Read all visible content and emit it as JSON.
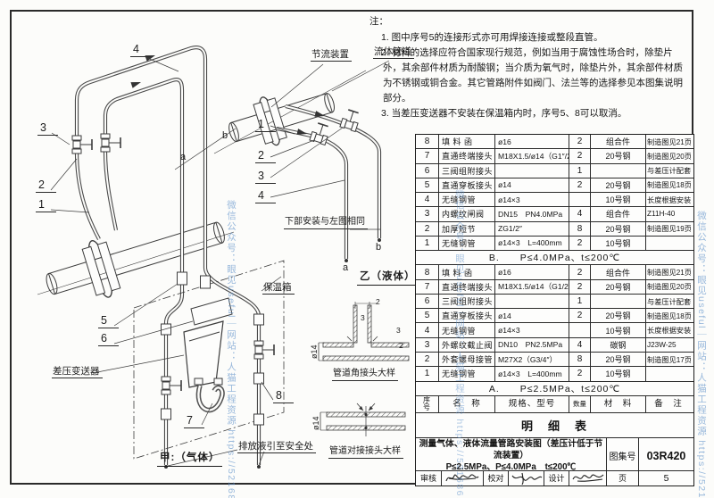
{
  "watermark": {
    "text": "微信公众号：眼见useful｜网站：人猫工程资源 https://521686.xyz",
    "url_fragment": "https://521686.xyz",
    "color": "#5b8fc9"
  },
  "notes": {
    "title": "注：",
    "items": [
      "1. 图中序号5的连接形式亦可用焊接连接或整段直管。",
      "2. 材料的选择应符合国家现行规范，例如当用于腐蚀性场合时，除垫片外，其余部件材质为耐酸钢；当介质为氧气时，除垫片外，其余部件材质为不锈钢或铜合金。其它管路附件如阀门、法兰等的选择参见本图集说明部分。",
      "3. 当差压变送器不安装在保温箱内时，序号5、8可以取消。"
    ]
  },
  "diagram": {
    "left": {
      "caption": "甲:（气体）",
      "n1": "1",
      "n2": "2",
      "n3": "3",
      "n4": "4",
      "n5": "5",
      "n6": "6",
      "n7": "7",
      "n8": "8",
      "a": "a",
      "b": "b",
      "transmitter": "差压变送器",
      "insulation_box": "保温箱",
      "drain_note": "排放液引至安全处"
    },
    "right": {
      "caption": "乙（液体）",
      "throttle": "节流装置",
      "fluid_pipe": "流体管道",
      "n1": "1",
      "n2": "2",
      "n3": "3",
      "n4": "4",
      "a": "a",
      "b": "b",
      "lower_note": "下部安装与左图相同"
    },
    "details": {
      "angle_title": "管道角接头大样",
      "butt_title": "管道对接接头大样",
      "dia": "ø14",
      "dim2": "2",
      "dim3": "3"
    }
  },
  "table": {
    "columns": [
      "序\n号",
      "名　称",
      "规格、型号",
      "数量",
      "材　料",
      "备　注"
    ],
    "section_b": {
      "caption": "B.　　P≤4.0MPa、t≤200℃",
      "rows": [
        [
          "8",
          "填 料 函",
          "ø16",
          "2",
          "组合件",
          "制造图见21页"
        ],
        [
          "7",
          "直通终端接头",
          "M18X1.5/ø14（G1″/2）",
          "2",
          "20号钢",
          "制造图见20页"
        ],
        [
          "6",
          "三阀组附接头",
          "",
          "1",
          "",
          "与差压计配套供应"
        ],
        [
          "5",
          "直通穿板接头",
          "ø14",
          "2",
          "20号钢",
          "制造图见18页"
        ],
        [
          "4",
          "无缝钢管",
          "ø14×3",
          "",
          "10号钢",
          "长度根据安装现场定"
        ],
        [
          "3",
          "内螺纹闸阀",
          "DN15　PN4.0MPa",
          "4",
          "组合件",
          "Z11H-40"
        ],
        [
          "2",
          "加厚短节",
          "ZG1/2″",
          "8",
          "20号钢",
          "制造图见19页"
        ],
        [
          "1",
          "无缝钢管",
          "ø14×3　L=400mm",
          "2",
          "10号钢",
          ""
        ]
      ]
    },
    "section_a": {
      "caption": "A.　　P≤2.5MPa、t≤200℃",
      "rows": [
        [
          "8",
          "填 料 函",
          "ø16",
          "2",
          "组合件",
          "制造图见21页"
        ],
        [
          "7",
          "直通终端接头",
          "M18X1.5/ø14（G1/2″）",
          "2",
          "20号钢",
          "制造图见20页"
        ],
        [
          "6",
          "三阀组附接头",
          "",
          "1",
          "",
          "与差压计配套供应"
        ],
        [
          "5",
          "直通穿板接头",
          "ø14",
          "2",
          "20号钢",
          "制造图见18页"
        ],
        [
          "4",
          "无缝钢管",
          "ø14×3",
          "",
          "10号钢",
          "长度根据安装现场定"
        ],
        [
          "3",
          "外螺纹截止阀",
          "DN10　PN2.5MPa",
          "4",
          "碳钢",
          "J23W-25"
        ],
        [
          "2",
          "外套螺母接管",
          "M27X2（G3/4″）",
          "8",
          "20号钢",
          "制造图见17页"
        ],
        [
          "1",
          "无缝钢管",
          "ø14×3　L=400mm",
          "2",
          "10号钢",
          ""
        ]
      ]
    }
  },
  "title_block": {
    "list_title": "明　细　表",
    "drawing_title_line1": "测量气体、液体流量管路安装图（差压计低于节流装置）",
    "drawing_title_line2": "P≤2.5MPa、P≤4.0MPa　t≤200℃",
    "atlas_label": "图集号",
    "atlas_no": "03R420",
    "review_label": "审核",
    "check_label": "校对",
    "design_label": "设计",
    "page_label": "页",
    "page_no": "5"
  }
}
